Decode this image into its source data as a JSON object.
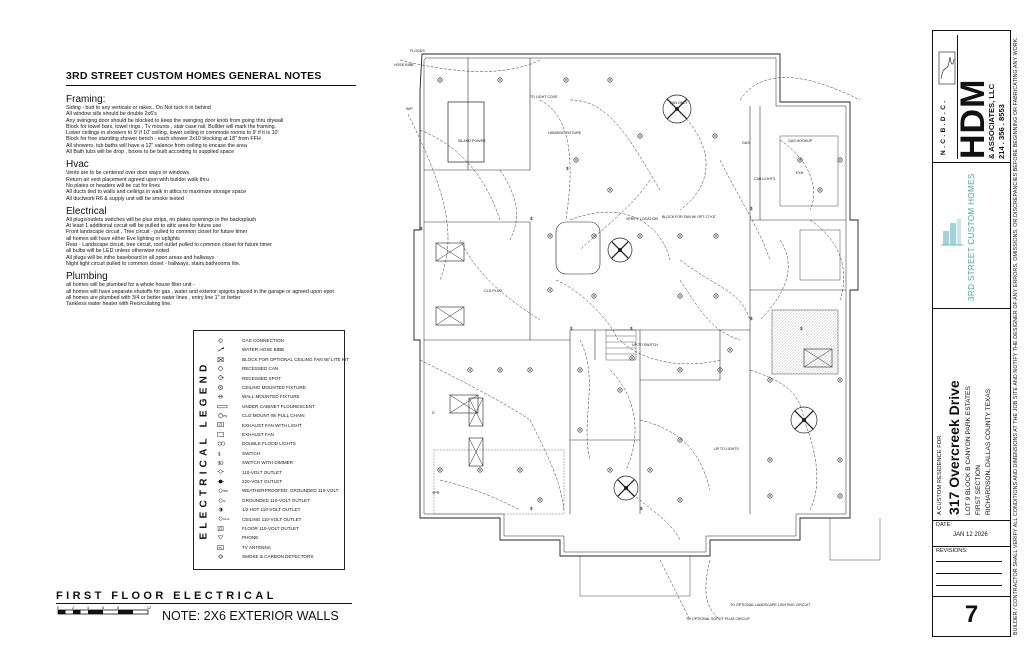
{
  "general_notes": {
    "title": "3RD STREET CUSTOM HOMES GENERAL NOTES",
    "sections": [
      {
        "title": "Framing:",
        "lines": [
          "Siding - butt to any verticals or rakes., Do Not tuck it in behind",
          "All window sills should be double 2x6's",
          "Any swinging door should be blocked to keep the swinging door knob from going thru drywall",
          "Block for towel bars, towel rings , Tv mounts , stair case rail.  Builder will mark the framing.",
          "Lower ceilings in showers to 9' if 10' ceiling, lower ceiling in commode rooms to 9' if it is 10'",
          "Block for free standing shower bench - each shower 2x10 blocking at 18\" from FFH",
          "All showers, tub baths will have a 12\" valance from ceiling to encase the area",
          "All Bath tubs will be drop , boxes to be built according to supplied space"
        ]
      },
      {
        "title": "Hvac",
        "lines": [
          "Vents are to be centered over door ways or windows",
          "Return air vent placement agreed upon with builder walk thru",
          "No plates or headers will be cut for lines",
          "All ducts tied to walls and ceilings in walk in attics to maximize storage space",
          "All ductwork R6  & supply unit will be smoke tested"
        ]
      },
      {
        "title": "Electrical",
        "lines": [
          "All plugs/outlets switches will be plus strips,  no plates openings in the backsplash",
          "At least 1 additional circuit will be pulled to attic area for future use",
          "Front  landscape circuit , Tree circuit - pulled to common closet for future timer",
          "all homes will have either Eve lighting or uplights",
          "Rear - Landscape circuit, tree circuit, roof outlet pulled to common closet for future timer",
          "all bulbs will be LED  unless otherwise noted",
          "All plugs will be inthe baseboard in all open areas and hallways",
          "Night light circuit pulled to common closet - hallways, stairs,bathrooms lite."
        ]
      },
      {
        "title": "Plumbing",
        "lines": [
          "all homes will be plumbed for a whole house filter unit -",
          "all homes will have separate shutoffs for gas , water and exterior spigots placed in the garage or agreed upon epot",
          "all homes are plumbed with 3/4 or better water lines , entry line 1\" or better",
          "Tankless water heater with Recirculating line."
        ]
      }
    ]
  },
  "legend": {
    "title": "ELECTRICAL LEGEND",
    "items": [
      {
        "symbol": "gas",
        "label": "GAS CONNECTION"
      },
      {
        "symbol": "hose",
        "label": "WATER HOSE BIBB"
      },
      {
        "symbol": "fan",
        "label": "BLOCK FOR OPTIONAL CEILING FAN W/ LITE KIT"
      },
      {
        "symbol": "can",
        "label": "RECESSED CAN"
      },
      {
        "symbol": "spot",
        "label": "RECESSED SPOT"
      },
      {
        "symbol": "ceiling",
        "label": "CEILING MOUNTED FIXTURE"
      },
      {
        "symbol": "wall",
        "label": "WALL MOUNTED FIXTURE"
      },
      {
        "symbol": "ucab",
        "label": "UNDER CABINET FLOURESCENT"
      },
      {
        "symbol": "pull",
        "label": "CLG MOUNT W/ PULL CHAIN"
      },
      {
        "symbol": "exlt",
        "label": "EXHAUST FAN WITH LIGHT"
      },
      {
        "symbol": "exfan",
        "label": "EXHAUST FAN"
      },
      {
        "symbol": "flood",
        "label": "DOUBLE FLOOD LIGHTS"
      },
      {
        "symbol": "switch",
        "label": "SWITCH"
      },
      {
        "symbol": "dimmer",
        "label": "SWITCH WITH DIMMER"
      },
      {
        "symbol": "o110",
        "label": "110-VOLT OUTLET"
      },
      {
        "symbol": "o220",
        "label": "220-VOLT OUTLET"
      },
      {
        "symbol": "wp",
        "label": "WEATHERPROOFED, GROUNDED 110-VOLT"
      },
      {
        "symbol": "gnd",
        "label": "GROUNDED 110-VOLT OUTLET"
      },
      {
        "symbol": "half",
        "label": "1/2 HOT 110-VOLT OUTLET"
      },
      {
        "symbol": "clg",
        "label": "CEILING 110-VOLT OUTLET"
      },
      {
        "symbol": "floor",
        "label": "FLOOR 110-VOLT OUTLET"
      },
      {
        "symbol": "phone",
        "label": "PHONE"
      },
      {
        "symbol": "tv",
        "label": "TV ANTENNA"
      },
      {
        "symbol": "smoke",
        "label": "SMOKE & CARBON DETECTORS"
      }
    ]
  },
  "drawing": {
    "title": "FIRST FLOOR ELECTRICAL",
    "note": "NOTE: 2X6 EXTERIOR WALLS",
    "scale_ticks": [
      "0",
      "2",
      "4",
      "6",
      "8",
      "12"
    ]
  },
  "plan_labels": [
    "FLOODS",
    "HOSE BIBB",
    "W/P",
    "TO LIGHT COVE",
    "ISLAND POWER",
    "HANGING FIXTURE",
    "FAN ONLY",
    "GAS",
    "GAS HOOKUP",
    "CAB LIGHTS",
    "EXH",
    "BLOCK FOR FAN W/ OPT LT KIT",
    "VERIFY LOCATION",
    "CLG PLUG",
    "UP TO SWITCH",
    "UP TO LIGHTS",
    "SPR",
    "TO OPTIONAL LANDSCAPE LIGHTING CIRCUIT",
    "TO OPTIONAL SOFFIT PLUG CIRCUIT",
    "G"
  ],
  "title_block": {
    "stamp": "N.C.B.D.C.",
    "firm": "HDM",
    "firm_sub": "& ASSOCIATES, LLC",
    "phone": "214 . 356 . 8553",
    "builder": "3RD STREET CUSTOM HOMES",
    "residence_label": "A CUSTOM RESIDENCE FOR",
    "address": "317 Overcreek Drive",
    "lot": "LOT 9 BLOCK B CANYON PARK ESTATES",
    "section": "FIRST SECTION",
    "city": "RICHARDSON, DALLAS COUNTY TEXAS",
    "date_label": "DATE:",
    "date": "JAN 12 2026",
    "revisions_label": "REVISIONS:",
    "sheet": "7"
  },
  "side_note": "BUILDER / CONTRACTOR SHALL VERIFY ALL CONDITIONS AND DIMENSIONS AT THE JOB SITE AND NOTIFY THE DESIGNER OF ANY ERRORS, OMISSIONS, OR DISCREPANCIES BEFORE BEGINNING OR FABRICATING ANY WORK."
}
